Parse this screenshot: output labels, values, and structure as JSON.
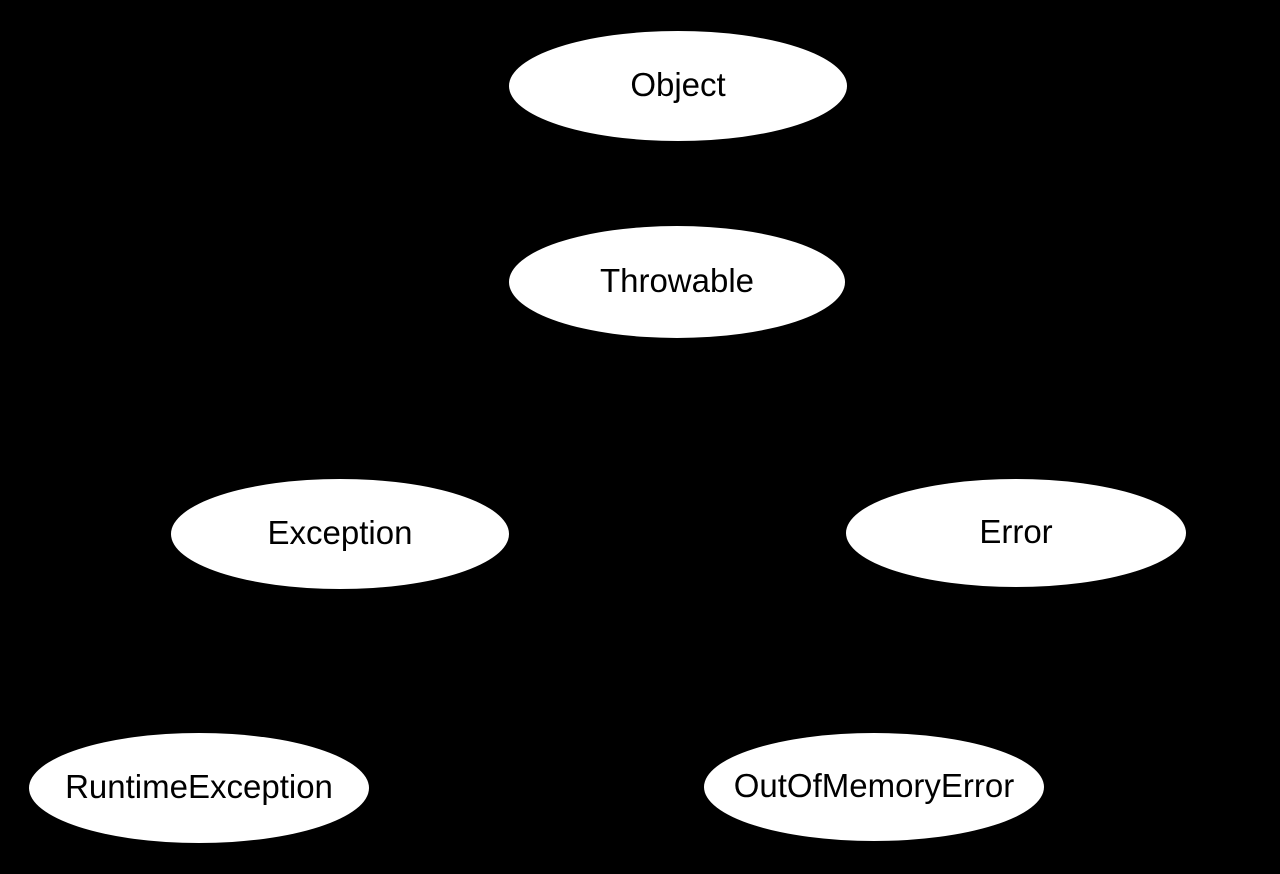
{
  "diagram": {
    "type": "class-hierarchy",
    "background_color": "#000000",
    "node_style": {
      "fill_color": "#ffffff",
      "outline_color": "#000000",
      "text_color": "#000000"
    },
    "edge_color": "#000000",
    "nodes": [
      {
        "id": "object",
        "label": "Object"
      },
      {
        "id": "throwable",
        "label": "Throwable"
      },
      {
        "id": "exception",
        "label": "Exception"
      },
      {
        "id": "error",
        "label": "Error"
      },
      {
        "id": "runtime-exception",
        "label": "RuntimeException"
      },
      {
        "id": "out-of-memory-error",
        "label": "OutOfMemoryError"
      }
    ],
    "edges": [
      {
        "from": "object",
        "to": "throwable"
      },
      {
        "from": "throwable",
        "to": "exception"
      },
      {
        "from": "throwable",
        "to": "error"
      },
      {
        "from": "exception",
        "to": "runtime-exception"
      },
      {
        "from": "error",
        "to": "out-of-memory-error"
      }
    ]
  }
}
